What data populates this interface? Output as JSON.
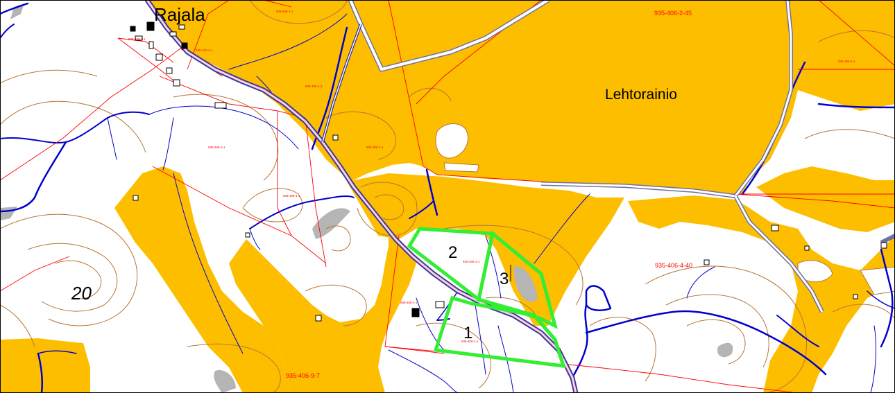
{
  "map": {
    "place_names": {
      "rajala": "Rajala",
      "lehtorainio": "Lehtorainio"
    },
    "contour_label": "20",
    "parcel_ids": {
      "p_top_right": "935-406-2-45",
      "p_east": "935-406-4-40",
      "p_south": "935-406-9-7"
    },
    "small_codes": {
      "c1": "935-406-1-1",
      "c2": "935-406-1-1",
      "c3": "935-406-1-1",
      "c4": "935-406-1-1",
      "c5": "935-406-1-1",
      "c6": "935-406-1-1",
      "c7": "935-406-1-1",
      "c8": "935-406-1-1",
      "c9": "935-406-1-1",
      "c10": "935-406-1-1",
      "c11": "935-406-1-1"
    },
    "area_numbers": {
      "a1": "1",
      "a2": "2",
      "a3": "3"
    },
    "colors": {
      "forest": "#FDBE00",
      "boundary": "#FF0000",
      "stream": "#0000CC",
      "road_outline": "#4040A0",
      "road_fill": "#FFD0E0",
      "contour": "#B87333",
      "rock": "#B5B5B5",
      "highlight": "#33EE33"
    }
  }
}
